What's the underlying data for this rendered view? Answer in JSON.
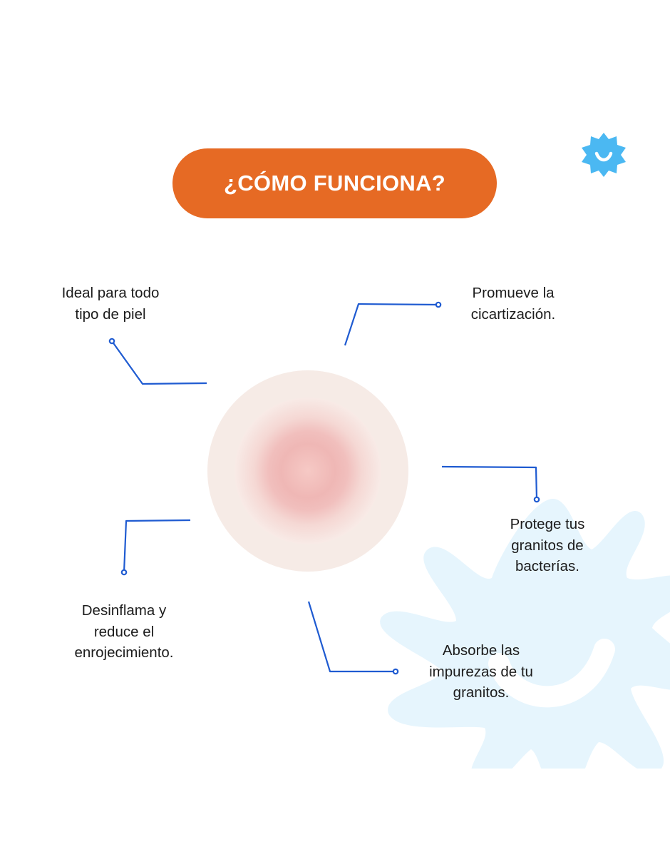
{
  "title": "¿CÓMO FUNCIONA?",
  "colors": {
    "accent": "#e66a24",
    "connector": "#1f5bd1",
    "sun_icon": "#4bb8f2",
    "background_sun": "#e6f5fd",
    "pimple_outer": "#f6ebe6",
    "pimple_center": "#efb7b5"
  },
  "icons": {
    "top_right": "smiling-sun-icon",
    "background": "smiling-sun-icon",
    "center": "pimple-illustration"
  },
  "benefits": [
    {
      "id": "ideal",
      "lines": [
        "Ideal para todo",
        "tipo de piel"
      ]
    },
    {
      "id": "promueve",
      "lines": [
        "Promueve la",
        "cicartización."
      ]
    },
    {
      "id": "protege",
      "lines": [
        "Protege tus",
        "granitos de",
        "bacterías."
      ]
    },
    {
      "id": "desinflama",
      "lines": [
        "Desinflama y",
        "reduce el",
        "enrojecimiento."
      ]
    },
    {
      "id": "absorbe",
      "lines": [
        "Absorbe las",
        "impurezas de tu",
        "granitos."
      ]
    }
  ]
}
